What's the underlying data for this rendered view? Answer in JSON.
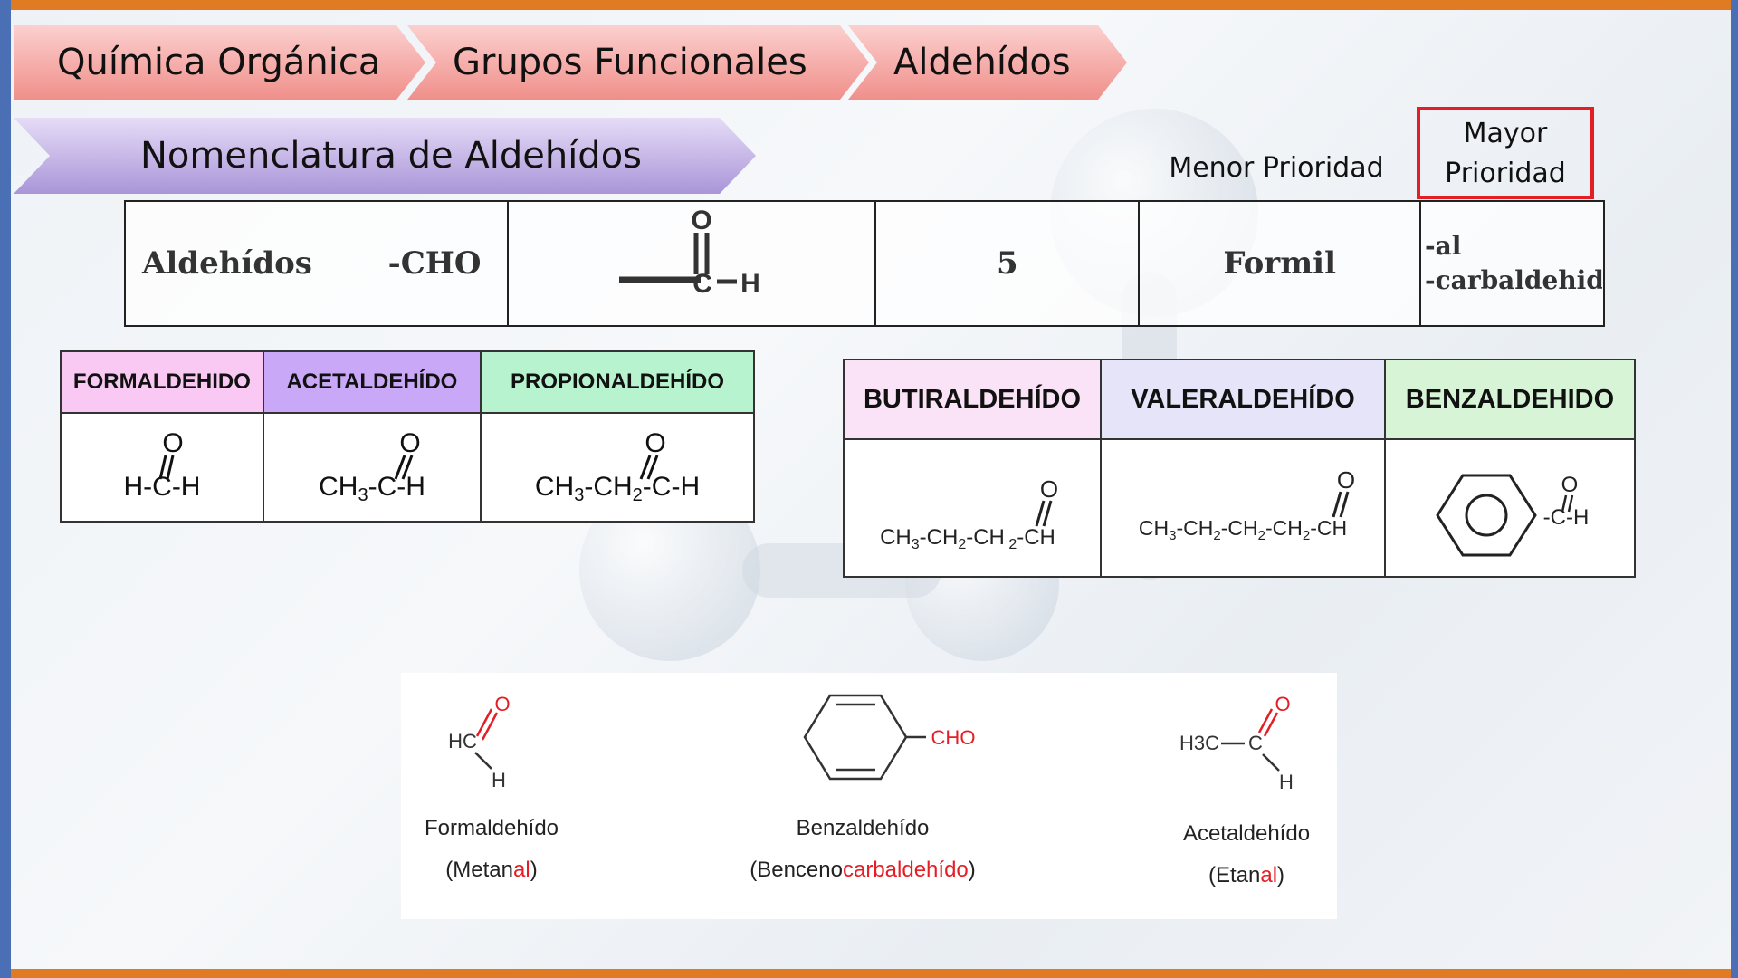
{
  "breadcrumb": {
    "items": [
      "Química Orgánica",
      "Grupos Funcionales",
      "Aldehídos"
    ]
  },
  "section_title": "Nomenclatura de Aldehídos",
  "priority": {
    "low": "Menor Prioridad",
    "high_line1": "Mayor",
    "high_line2": "Prioridad"
  },
  "group_row": {
    "name": "Aldehídos",
    "formula": "-CHO",
    "priority_number": "5",
    "prefix": "Formil",
    "suffix_line1": "-al",
    "suffix_line2": "-carbaldehid"
  },
  "table_small": {
    "headers": [
      "FORMALDEHIDO",
      "ACETALDEHÍDO",
      "PROPIONALDEHÍDO"
    ],
    "header_colors": [
      "#f9c9f3",
      "#c9a9f7",
      "#b8f3cf"
    ],
    "structures": [
      {
        "top": "O",
        "base": "H-C-H"
      },
      {
        "top": "O",
        "base": "CH3-C-H"
      },
      {
        "top": "O",
        "base": "CH3-CH2-C-H"
      }
    ]
  },
  "table_large": {
    "headers": [
      "BUTIRALDEHÍDO",
      "VALERALDEHÍDO",
      "BENZALDEHIDO"
    ],
    "header_colors": [
      "#fbe3f7",
      "#e6e4f8",
      "#d7f5d6"
    ],
    "structures": [
      {
        "top": "O",
        "base": "CH3-CH2-CH2-CH"
      },
      {
        "top": "O",
        "base": "CH3-CH2-CH2-CH2-CH"
      },
      {
        "top": "O",
        "base": "-C-H"
      }
    ]
  },
  "examples": [
    {
      "name": "Formaldehído",
      "iupac_prefix": "(Metan",
      "iupac_suffix": "al",
      "iupac_end": ")",
      "hc": "HC",
      "o": "O",
      "h": "H"
    },
    {
      "name": "Benzaldehído",
      "iupac_prefix": "(Benceno",
      "iupac_suffix": "carbaldehído",
      "iupac_end": ")",
      "cho": "CHO"
    },
    {
      "name": "Acetaldehído",
      "iupac_prefix": "(Etan",
      "iupac_suffix": "al",
      "iupac_end": ")",
      "h3c": "H3C",
      "c": "C",
      "o": "O",
      "h": "H"
    }
  ],
  "colors": {
    "frame_blue": "#4a6fb5",
    "frame_orange": "#e07b24",
    "highlight_red": "#e51e25"
  }
}
